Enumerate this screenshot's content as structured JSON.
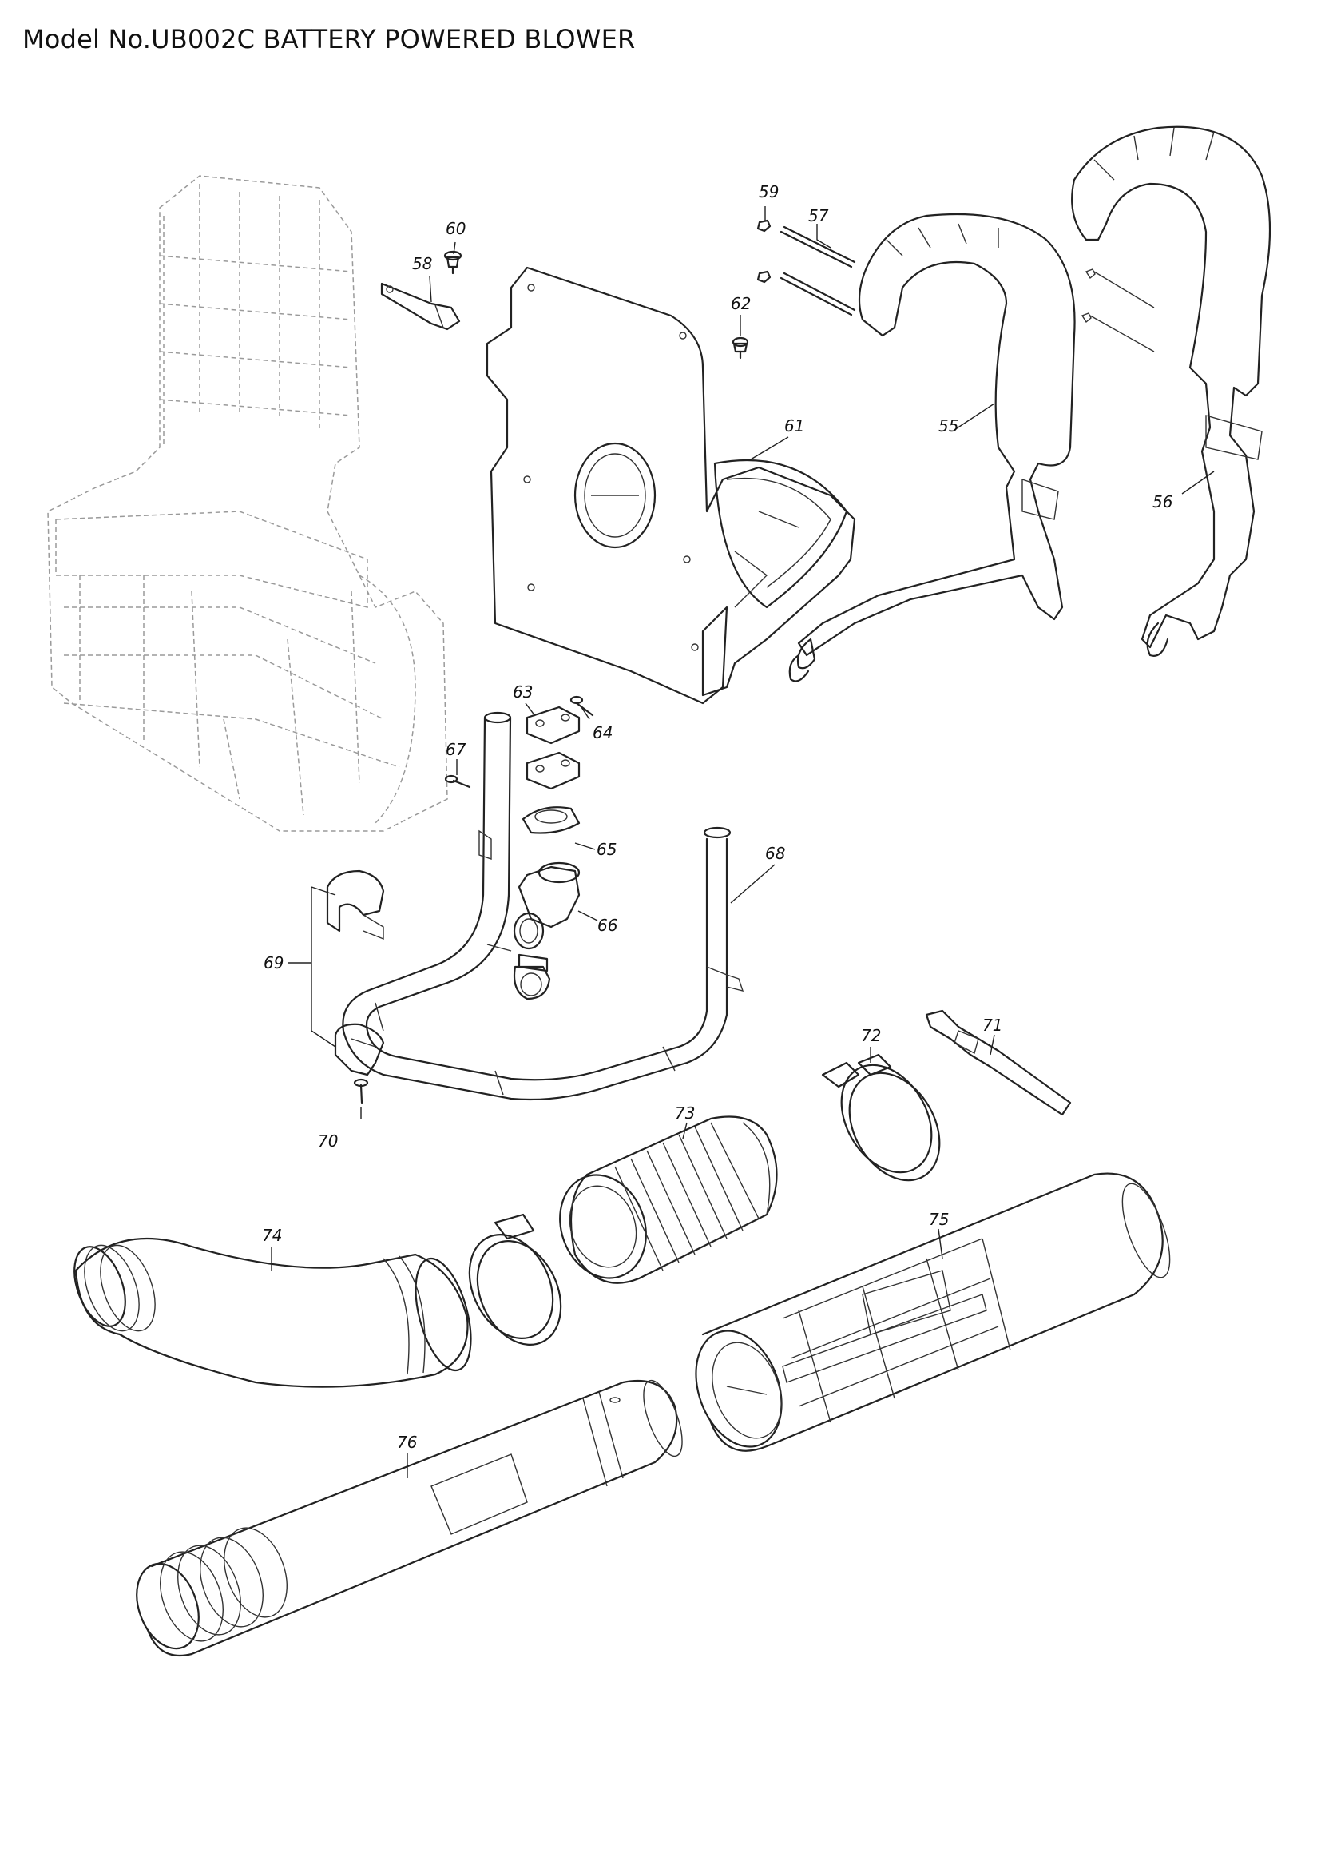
{
  "title": "Model No.UB002C BATTERY POWERED BLOWER",
  "parts": [
    {
      "id": "p55",
      "label": "55"
    },
    {
      "id": "p56",
      "label": "56"
    },
    {
      "id": "p57",
      "label": "57"
    },
    {
      "id": "p58",
      "label": "58"
    },
    {
      "id": "p59",
      "label": "59"
    },
    {
      "id": "p60",
      "label": "60"
    },
    {
      "id": "p61",
      "label": "61"
    },
    {
      "id": "p62",
      "label": "62"
    },
    {
      "id": "p63",
      "label": "63"
    },
    {
      "id": "p64",
      "label": "64"
    },
    {
      "id": "p65",
      "label": "65"
    },
    {
      "id": "p66",
      "label": "66"
    },
    {
      "id": "p67",
      "label": "67"
    },
    {
      "id": "p68",
      "label": "68"
    },
    {
      "id": "p69",
      "label": "69"
    },
    {
      "id": "p70",
      "label": "70"
    },
    {
      "id": "p71",
      "label": "71"
    },
    {
      "id": "p72",
      "label": "72"
    },
    {
      "id": "p73",
      "label": "73"
    },
    {
      "id": "p74",
      "label": "74"
    },
    {
      "id": "p75",
      "label": "75"
    },
    {
      "id": "p76",
      "label": "76"
    }
  ]
}
